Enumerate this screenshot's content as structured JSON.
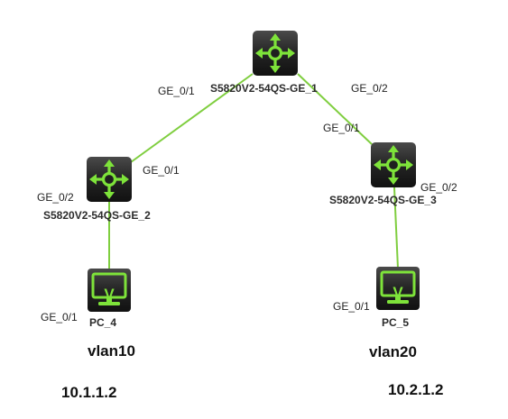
{
  "colors": {
    "link": "#7fce3f",
    "icon_bg": "#1f1f1f",
    "icon_accent": "#7ee33a"
  },
  "devices": {
    "sw1": {
      "name": "S5820V2-54QS-GE_1",
      "icon": "switch-icon"
    },
    "sw2": {
      "name": "S5820V2-54QS-GE_2",
      "icon": "switch-icon"
    },
    "sw3": {
      "name": "S5820V2-54QS-GE_3",
      "icon": "switch-icon"
    },
    "pc4": {
      "name": "PC_4",
      "icon": "pc-monitor-icon",
      "glyph": "V"
    },
    "pc5": {
      "name": "PC_5",
      "icon": "pc-monitor-icon",
      "glyph": "V"
    }
  },
  "ports": {
    "sw1_left": "GE_0/1",
    "sw1_right": "GE_0/2",
    "sw2_up": "GE_0/1",
    "sw2_down": "GE_0/2",
    "sw3_up": "GE_0/1",
    "sw3_down": "GE_0/2",
    "pc4_port": "GE_0/1",
    "pc5_port": "GE_0/1"
  },
  "annotations": {
    "vlan_left": "vlan10",
    "vlan_right": "vlan20",
    "ip_left": "10.1.1.2",
    "ip_right": "10.2.1.2"
  }
}
